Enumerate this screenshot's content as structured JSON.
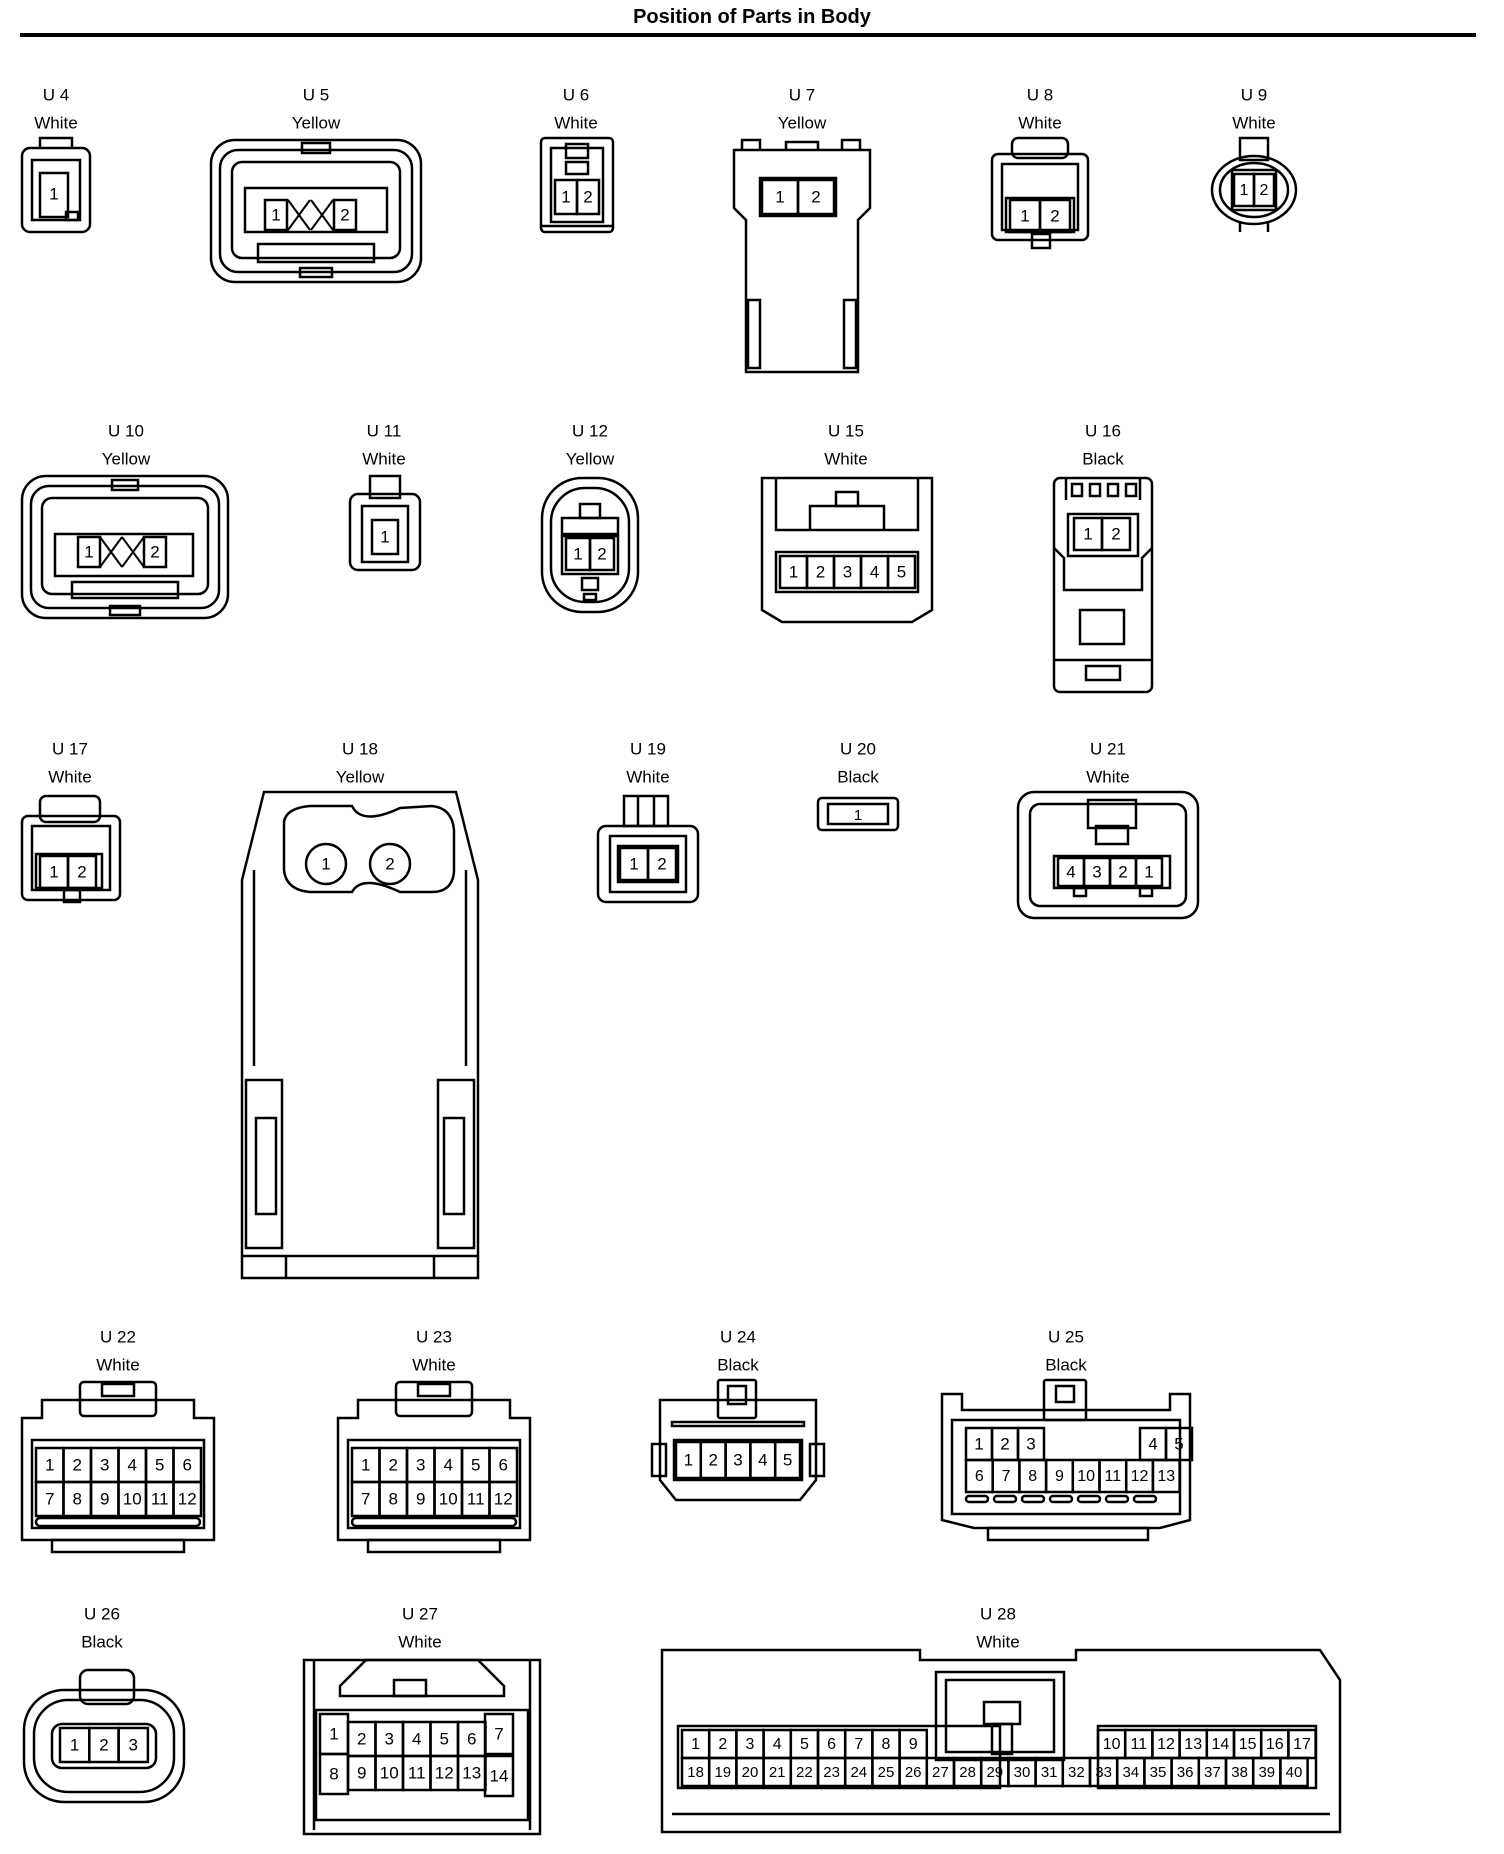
{
  "title": "Position of Parts in Body",
  "connectors": [
    {
      "id": "U 4",
      "color": "White",
      "pins": [
        "1"
      ]
    },
    {
      "id": "U 5",
      "color": "Yellow",
      "pins": [
        "1",
        "2"
      ]
    },
    {
      "id": "U 6",
      "color": "White",
      "pins": [
        "1",
        "2"
      ]
    },
    {
      "id": "U 7",
      "color": "Yellow",
      "pins": [
        "1",
        "2"
      ]
    },
    {
      "id": "U 8",
      "color": "White",
      "pins": [
        "1",
        "2"
      ]
    },
    {
      "id": "U 9",
      "color": "White",
      "pins": [
        "1",
        "2"
      ]
    },
    {
      "id": "U 10",
      "color": "Yellow",
      "pins": [
        "1",
        "2"
      ]
    },
    {
      "id": "U 11",
      "color": "White",
      "pins": [
        "1"
      ]
    },
    {
      "id": "U 12",
      "color": "Yellow",
      "pins": [
        "1",
        "2"
      ]
    },
    {
      "id": "U 15",
      "color": "White",
      "pins": [
        "1",
        "2",
        "3",
        "4",
        "5"
      ]
    },
    {
      "id": "U 16",
      "color": "Black",
      "pins": [
        "1",
        "2"
      ]
    },
    {
      "id": "U 17",
      "color": "White",
      "pins": [
        "1",
        "2"
      ]
    },
    {
      "id": "U 18",
      "color": "Yellow",
      "pins": [
        "1",
        "2"
      ]
    },
    {
      "id": "U 19",
      "color": "White",
      "pins": [
        "1",
        "2"
      ]
    },
    {
      "id": "U 20",
      "color": "Black",
      "pins": [
        "1"
      ]
    },
    {
      "id": "U 21",
      "color": "White",
      "pins": [
        "4",
        "3",
        "2",
        "1"
      ]
    },
    {
      "id": "U 22",
      "color": "White",
      "pins": [
        "1",
        "2",
        "3",
        "4",
        "5",
        "6",
        "7",
        "8",
        "9",
        "10",
        "11",
        "12"
      ]
    },
    {
      "id": "U 23",
      "color": "White",
      "pins": [
        "1",
        "2",
        "3",
        "4",
        "5",
        "6",
        "7",
        "8",
        "9",
        "10",
        "11",
        "12"
      ]
    },
    {
      "id": "U 24",
      "color": "Black",
      "pins": [
        "1",
        "2",
        "3",
        "4",
        "5"
      ]
    },
    {
      "id": "U 25",
      "color": "Black",
      "pins": [
        "1",
        "2",
        "3",
        "4",
        "5",
        "6",
        "7",
        "8",
        "9",
        "10",
        "11",
        "12",
        "13"
      ]
    },
    {
      "id": "U 26",
      "color": "Black",
      "pins": [
        "1",
        "2",
        "3"
      ]
    },
    {
      "id": "U 27",
      "color": "White",
      "pins": [
        "1",
        "2",
        "3",
        "4",
        "5",
        "6",
        "7",
        "8",
        "9",
        "10",
        "11",
        "12",
        "13",
        "14"
      ]
    },
    {
      "id": "U 28",
      "color": "White",
      "pins": [
        "1",
        "2",
        "3",
        "4",
        "5",
        "6",
        "7",
        "8",
        "9",
        "10",
        "11",
        "12",
        "13",
        "14",
        "15",
        "16",
        "17",
        "18",
        "19",
        "20",
        "21",
        "22",
        "23",
        "24",
        "25",
        "26",
        "27",
        "28",
        "29",
        "30",
        "31",
        "32",
        "33",
        "34",
        "35",
        "36",
        "37",
        "38",
        "39",
        "40"
      ]
    }
  ]
}
